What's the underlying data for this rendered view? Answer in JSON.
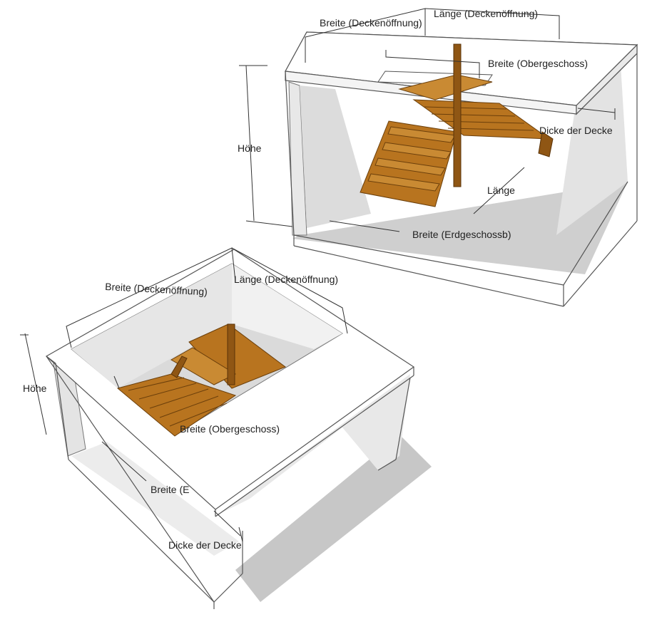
{
  "diagram_top": {
    "labels": {
      "breite_deckenoeffnung": "Breite (Deckenöffnung)",
      "laenge_deckenoeffnung": "Länge (Deckenöffnung)",
      "breite_obergeschoss": "Breite (Obergeschoss)",
      "hoehe": "Höhe",
      "dicke_der_decke": "Dicke der Decke",
      "laenge": "Länge",
      "breite_erdgeschoss": "Breite (Erdgeschossb)"
    }
  },
  "diagram_bottom": {
    "labels": {
      "breite_deckenoeffnung": "Breite (Deckenöffnung)",
      "laenge_deckenoeffnung": "Länge (Deckenöffnung)",
      "hoehe": "Höhe",
      "breite_obergeschoss": "Breite (Obergeschoss)",
      "breite_erdgeschoss": "Breite (E",
      "dicke_der_decke": "Dicke der Decke"
    }
  },
  "colors": {
    "wood": "#b8741f",
    "wall_shadow": "#d2d2d2",
    "floor_shadow": "#c8c8c8"
  }
}
